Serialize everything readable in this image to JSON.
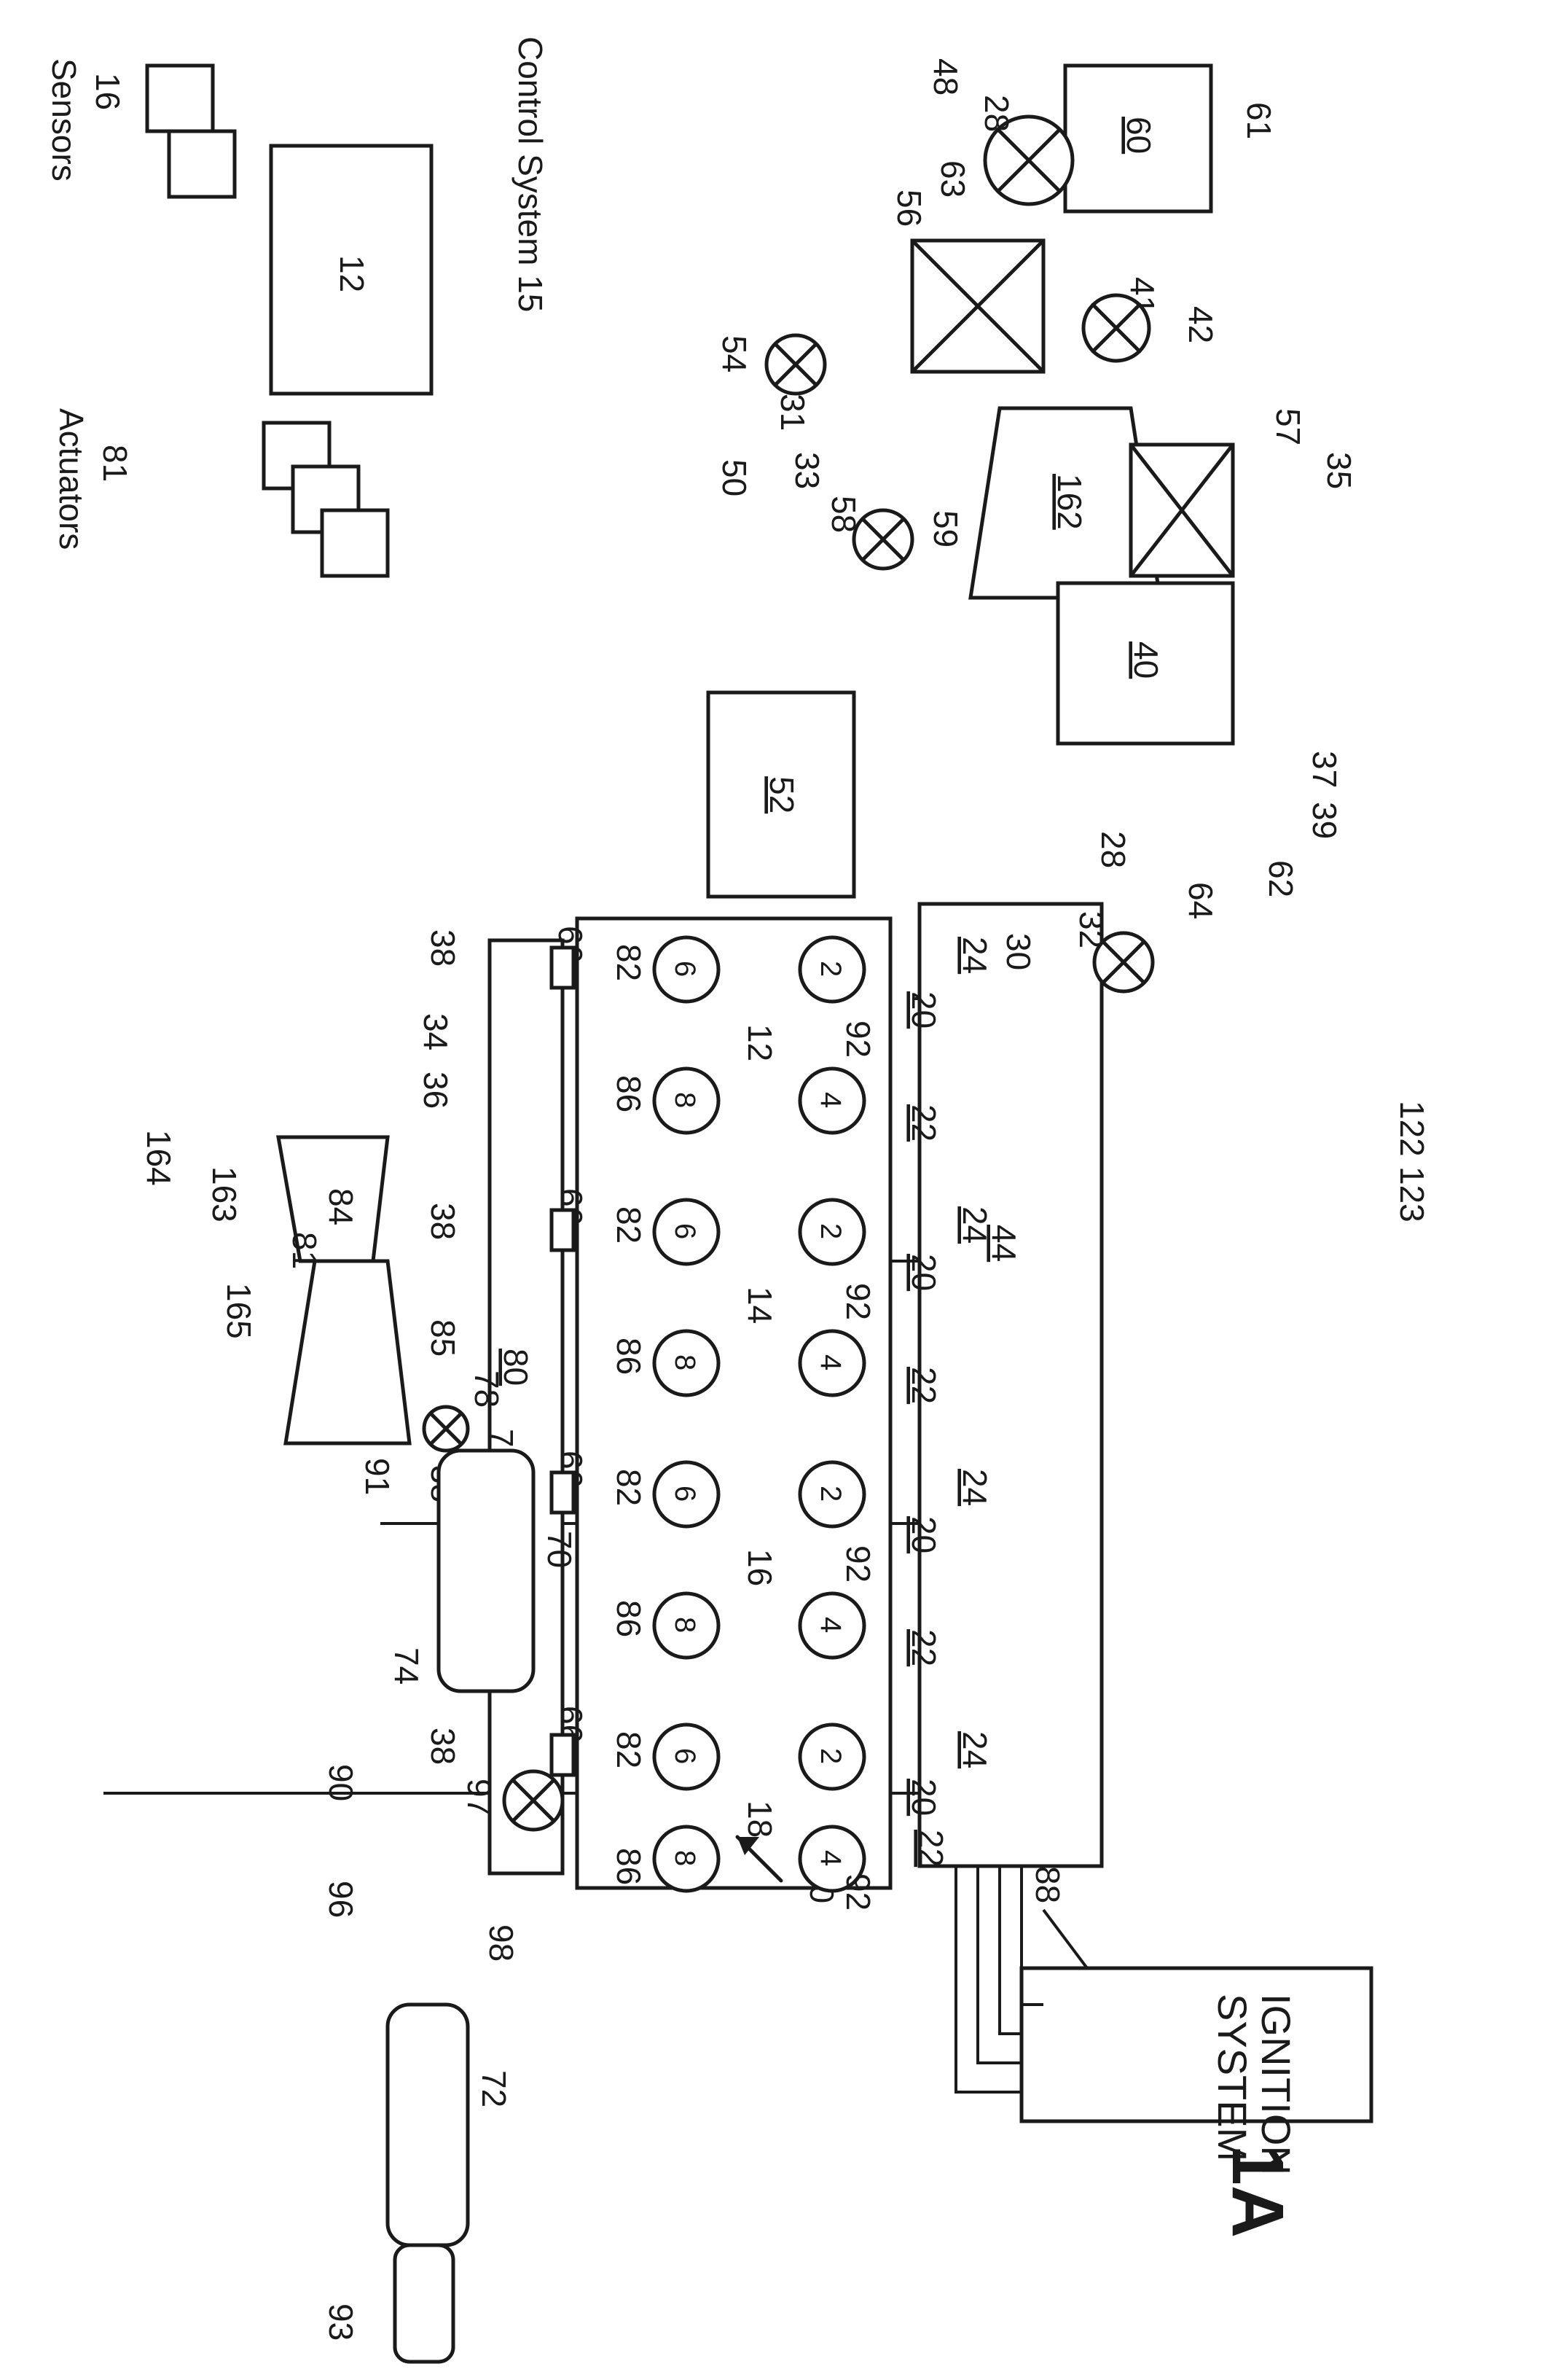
{
  "figure": {
    "title": "FIG. 1A"
  },
  "ignition": {
    "line1": "IGNITION",
    "line2": "SYSTEM",
    "ref": "88"
  },
  "engine": {
    "ref": "10",
    "manifold": "44",
    "exhaust_manifold": "80"
  },
  "boxes": {
    "b60": "60",
    "b40": "40",
    "b52": "52",
    "b162": "162",
    "b12": "12"
  },
  "cylinders": [
    "2",
    "4",
    "6",
    "8"
  ],
  "banks": [
    "12",
    "14",
    "16",
    "18"
  ],
  "control": {
    "title": "Control System 15",
    "sensors_num": "16",
    "sensors_label": "Sensors",
    "actuators_num": "81",
    "actuators_label": "Actuators"
  },
  "refs": {
    "r28a": "28",
    "r28b": "28",
    "r30": "30",
    "r32": "32",
    "r31": "31",
    "r33": "33",
    "r34": "34",
    "r35": "35",
    "r36": "36",
    "r37": "37",
    "r39": "39",
    "r41": "41",
    "r42": "42",
    "r48": "48",
    "r50": "50",
    "r54": "54",
    "r56": "56",
    "r57": "57",
    "r58": "58",
    "r59": "59",
    "r61": "61",
    "r62": "62",
    "r63": "63",
    "r64": "64",
    "r70": "70",
    "r72": "72",
    "r74": "74",
    "r76": "76",
    "r78": "78",
    "r81": "81",
    "r84": "84",
    "r85": "85",
    "r90": "90",
    "r91": "91",
    "r93": "93",
    "r96": "96",
    "r97": "97",
    "r98": "98",
    "r122": "122",
    "r123": "123",
    "r163": "163",
    "r164": "164",
    "r165": "165",
    "r20": "20",
    "r22": "22",
    "r24": "24",
    "r38": "38",
    "r66": "66",
    "r82": "82",
    "r86": "86",
    "r92": "92"
  }
}
